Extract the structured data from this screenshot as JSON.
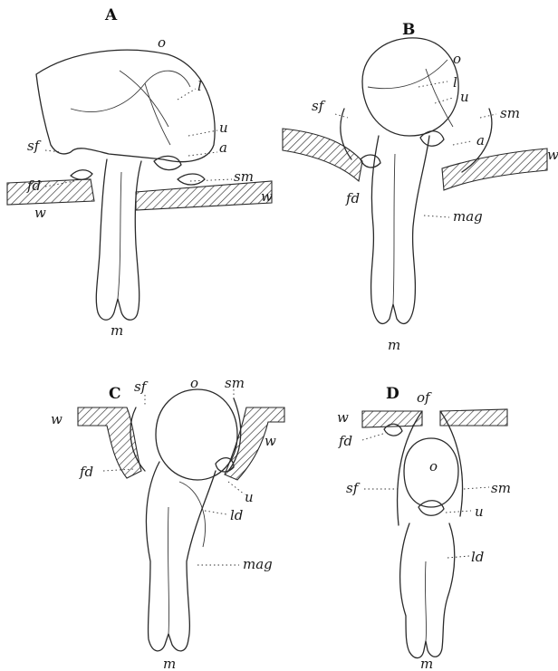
{
  "figure": {
    "panels": [
      {
        "id": "A",
        "letter": "A",
        "labels": {
          "o": "o",
          "l": "l",
          "u": "u",
          "a": "a",
          "sf": "sf",
          "fd": "fd",
          "sm": "sm",
          "w_right": "w",
          "w_left": "w",
          "m": "m"
        }
      },
      {
        "id": "B",
        "letter": "B",
        "labels": {
          "o": "o",
          "l": "l",
          "u": "u",
          "sm": "sm",
          "sf": "sf",
          "a": "a",
          "w": "w",
          "fd": "fd",
          "mag": "mag",
          "m": "m"
        }
      },
      {
        "id": "C",
        "letter": "C",
        "labels": {
          "sf": "sf",
          "o": "o",
          "sm": "sm",
          "w_left": "w",
          "w_right": "w",
          "fd": "fd",
          "u": "u",
          "ld": "ld",
          "mag": "mag",
          "m": "m"
        }
      },
      {
        "id": "D",
        "letter": "D",
        "labels": {
          "of": "of",
          "w": "w",
          "fd": "fd",
          "o": "o",
          "sf": "sf",
          "sm": "sm",
          "u": "u",
          "ld": "ld",
          "m": "m"
        }
      }
    ]
  }
}
